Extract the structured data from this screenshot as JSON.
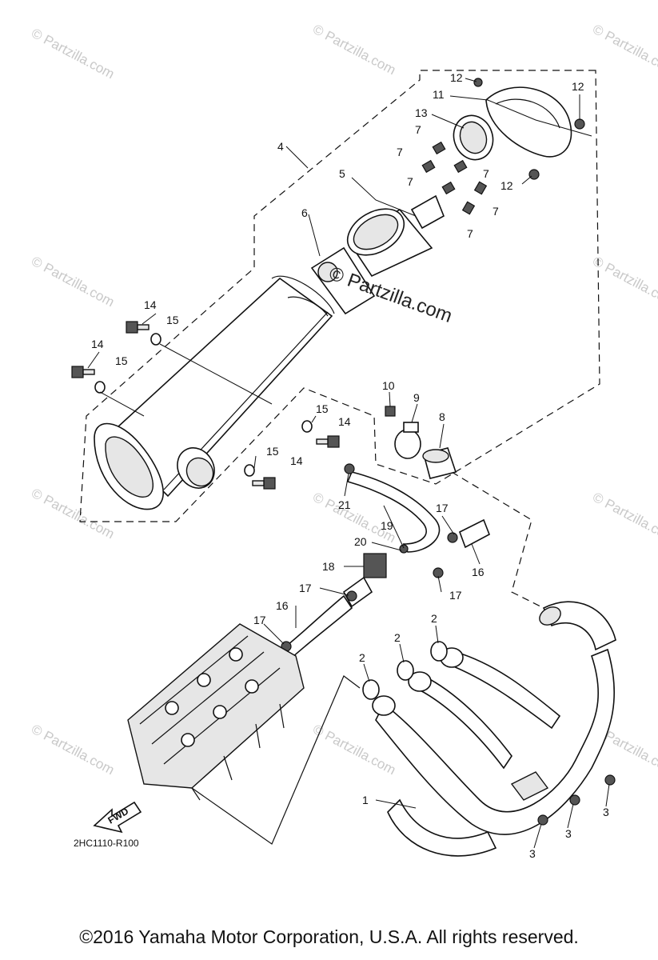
{
  "diagram_code": "2HC1110-R100",
  "copyright": "©2016  Yamaha Motor Corporation, U.S.A. All rights reserved.",
  "fwd_label": "FWD",
  "watermark_small": "© Partzilla.com",
  "watermark_center": "© Partzilla.com",
  "callouts": [
    "1",
    "2",
    "3",
    "4",
    "5",
    "6",
    "7",
    "8",
    "9",
    "10",
    "11",
    "12",
    "13",
    "14",
    "15",
    "16",
    "17",
    "18",
    "19",
    "20",
    "21"
  ]
}
